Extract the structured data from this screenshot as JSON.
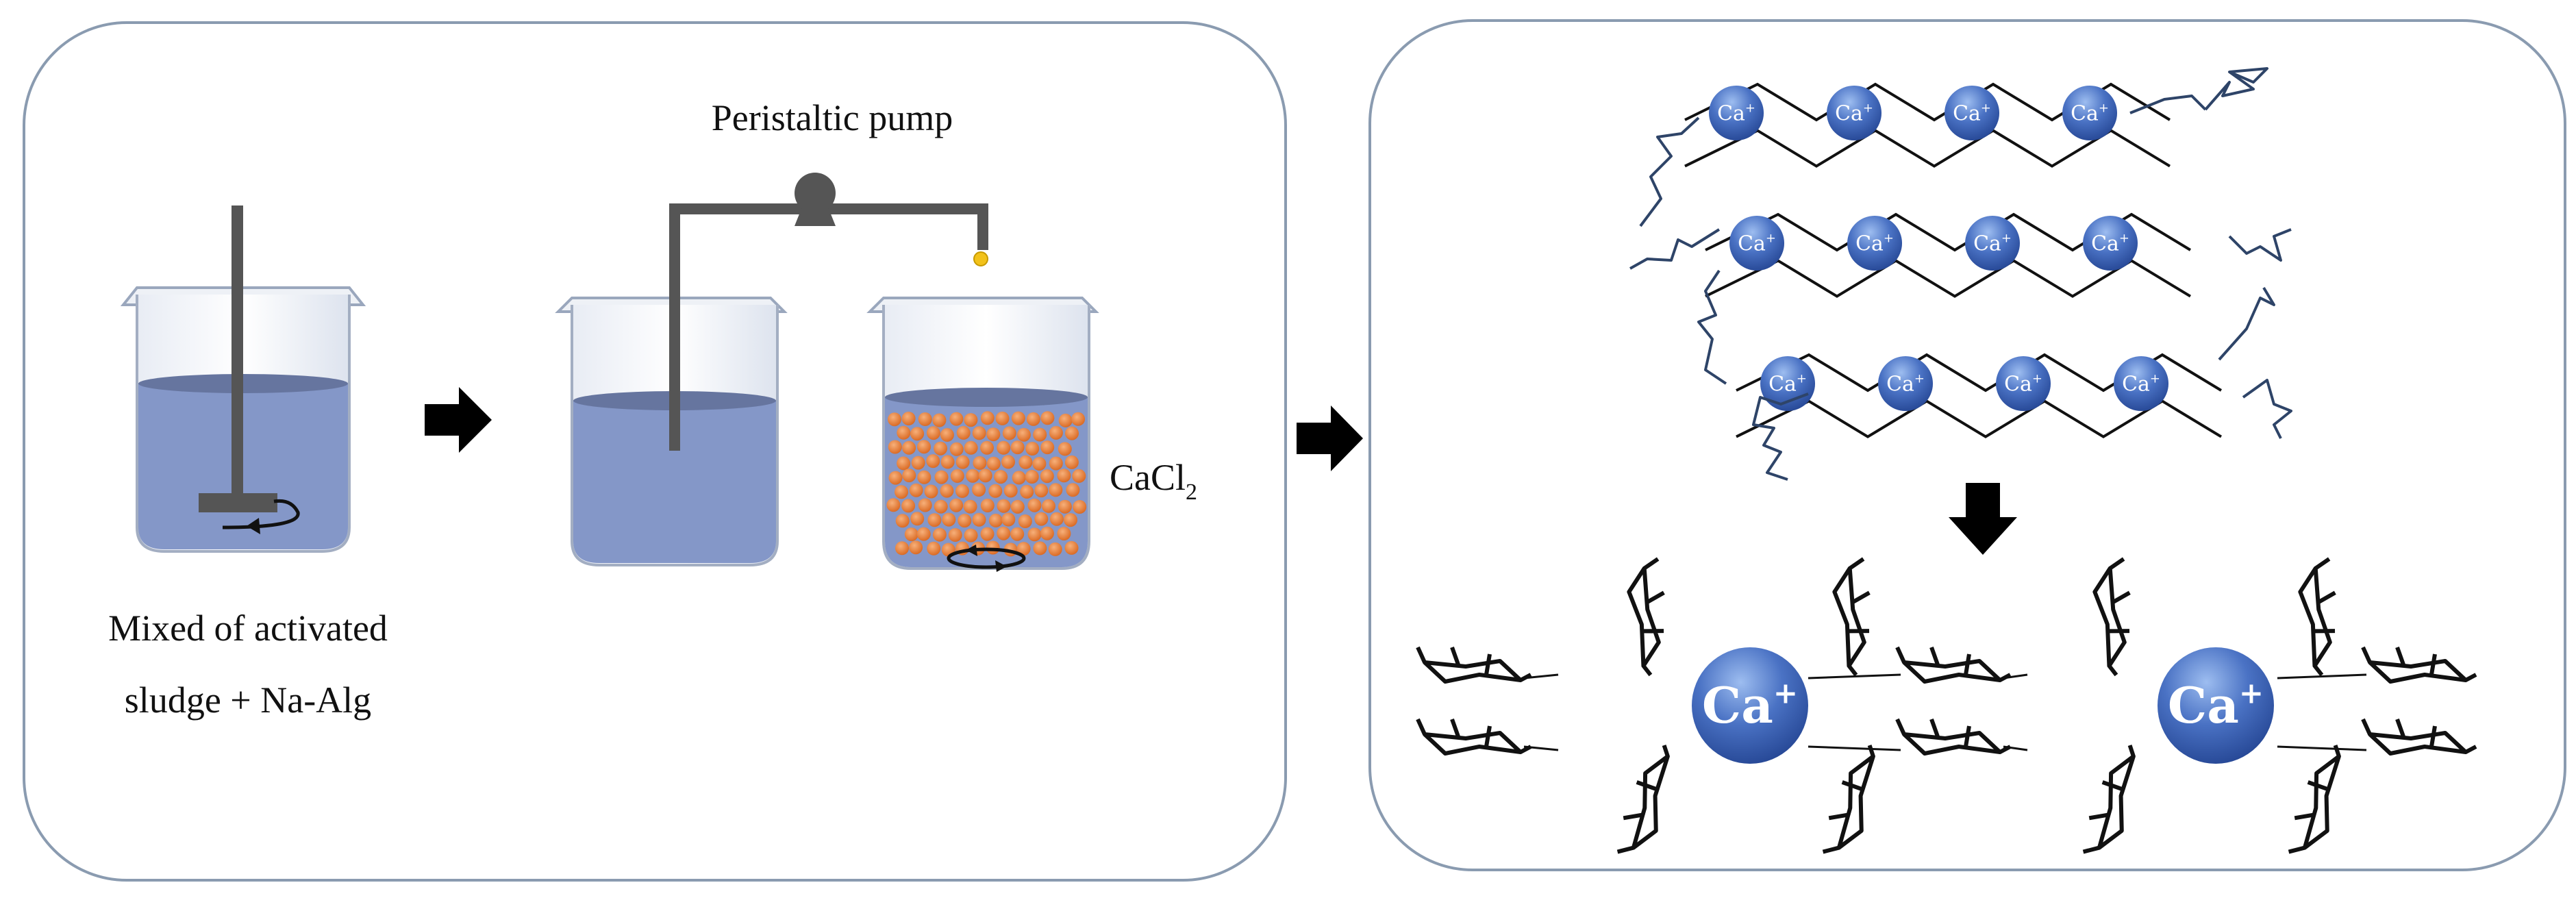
{
  "left_panel": {
    "step1_caption_line1": "Mixed of activated",
    "step1_caption_line2": "sludge + Na-Alg",
    "pump_label": "Peristaltic pump",
    "solution_label_base": "CaCl",
    "solution_label_subscript": "2"
  },
  "right_panel": {
    "ion_label": "Ca",
    "ion_charge": "+",
    "chain_rows": [
      {
        "ions": 4
      },
      {
        "ions": 4
      },
      {
        "ions": 4
      }
    ],
    "egg_box_ions": 2
  },
  "colors": {
    "panel_border": "#8a9bb0",
    "liquid": "#8497c8",
    "liquid_top": "#66759f",
    "bead": "#e8833a",
    "drop_yellow": "#f2c21a",
    "equipment": "#555555",
    "ion_blue": "#2c4d9e",
    "ion_light": "#8fb0e8",
    "tail": "#2e4468",
    "arrow": "#000000"
  },
  "icons": [
    "right-arrow-icon",
    "down-arrow-icon",
    "stir-rotation-icon",
    "pump-icon"
  ]
}
